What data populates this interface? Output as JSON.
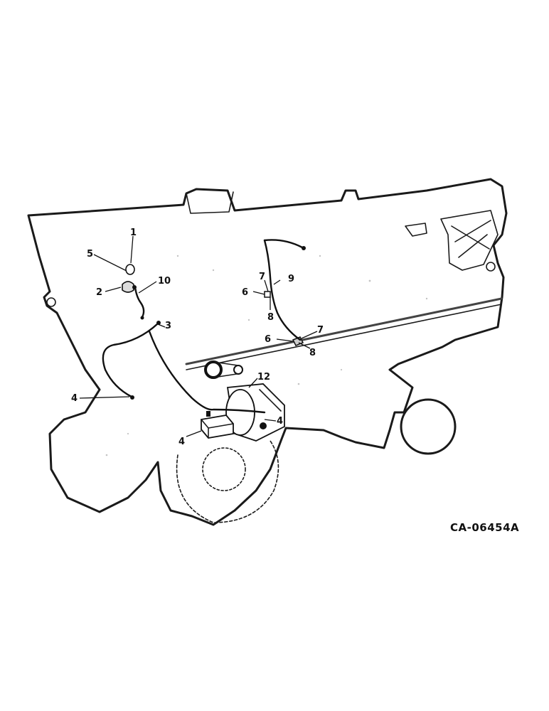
{
  "callouts": [
    {
      "id": "c1",
      "label": "1"
    },
    {
      "id": "c2",
      "label": "2"
    },
    {
      "id": "c3",
      "label": "3"
    },
    {
      "id": "c4a",
      "label": "4"
    },
    {
      "id": "c4b",
      "label": "4"
    },
    {
      "id": "c4c",
      "label": "4"
    },
    {
      "id": "c5",
      "label": "5"
    },
    {
      "id": "c6a",
      "label": "6"
    },
    {
      "id": "c6b",
      "label": "6"
    },
    {
      "id": "c7a",
      "label": "7"
    },
    {
      "id": "c7b",
      "label": "7"
    },
    {
      "id": "c8a",
      "label": "8"
    },
    {
      "id": "c8b",
      "label": "8"
    },
    {
      "id": "c9",
      "label": "9"
    },
    {
      "id": "c10",
      "label": "10"
    },
    {
      "id": "c12",
      "label": "12"
    }
  ],
  "drawing_code": "CA-06454A"
}
